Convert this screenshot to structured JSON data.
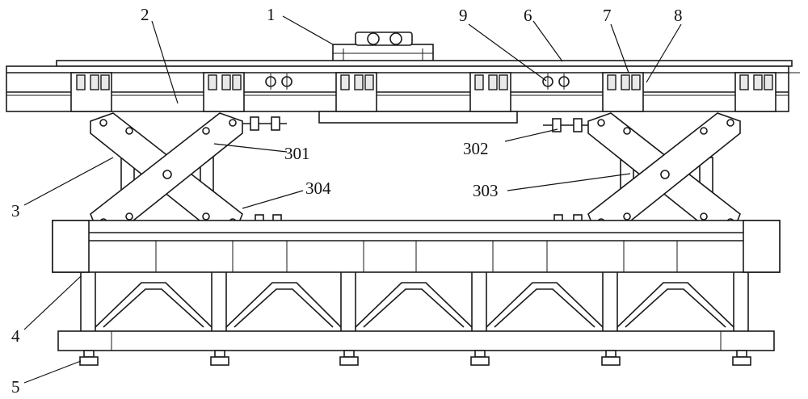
{
  "labels": {
    "l1": "1",
    "l2": "2",
    "l3": "3",
    "l4": "4",
    "l5": "5",
    "l6": "6",
    "l7": "7",
    "l8": "8",
    "l9": "9",
    "l301": "301",
    "l302": "302",
    "l303": "303",
    "l304": "304"
  }
}
